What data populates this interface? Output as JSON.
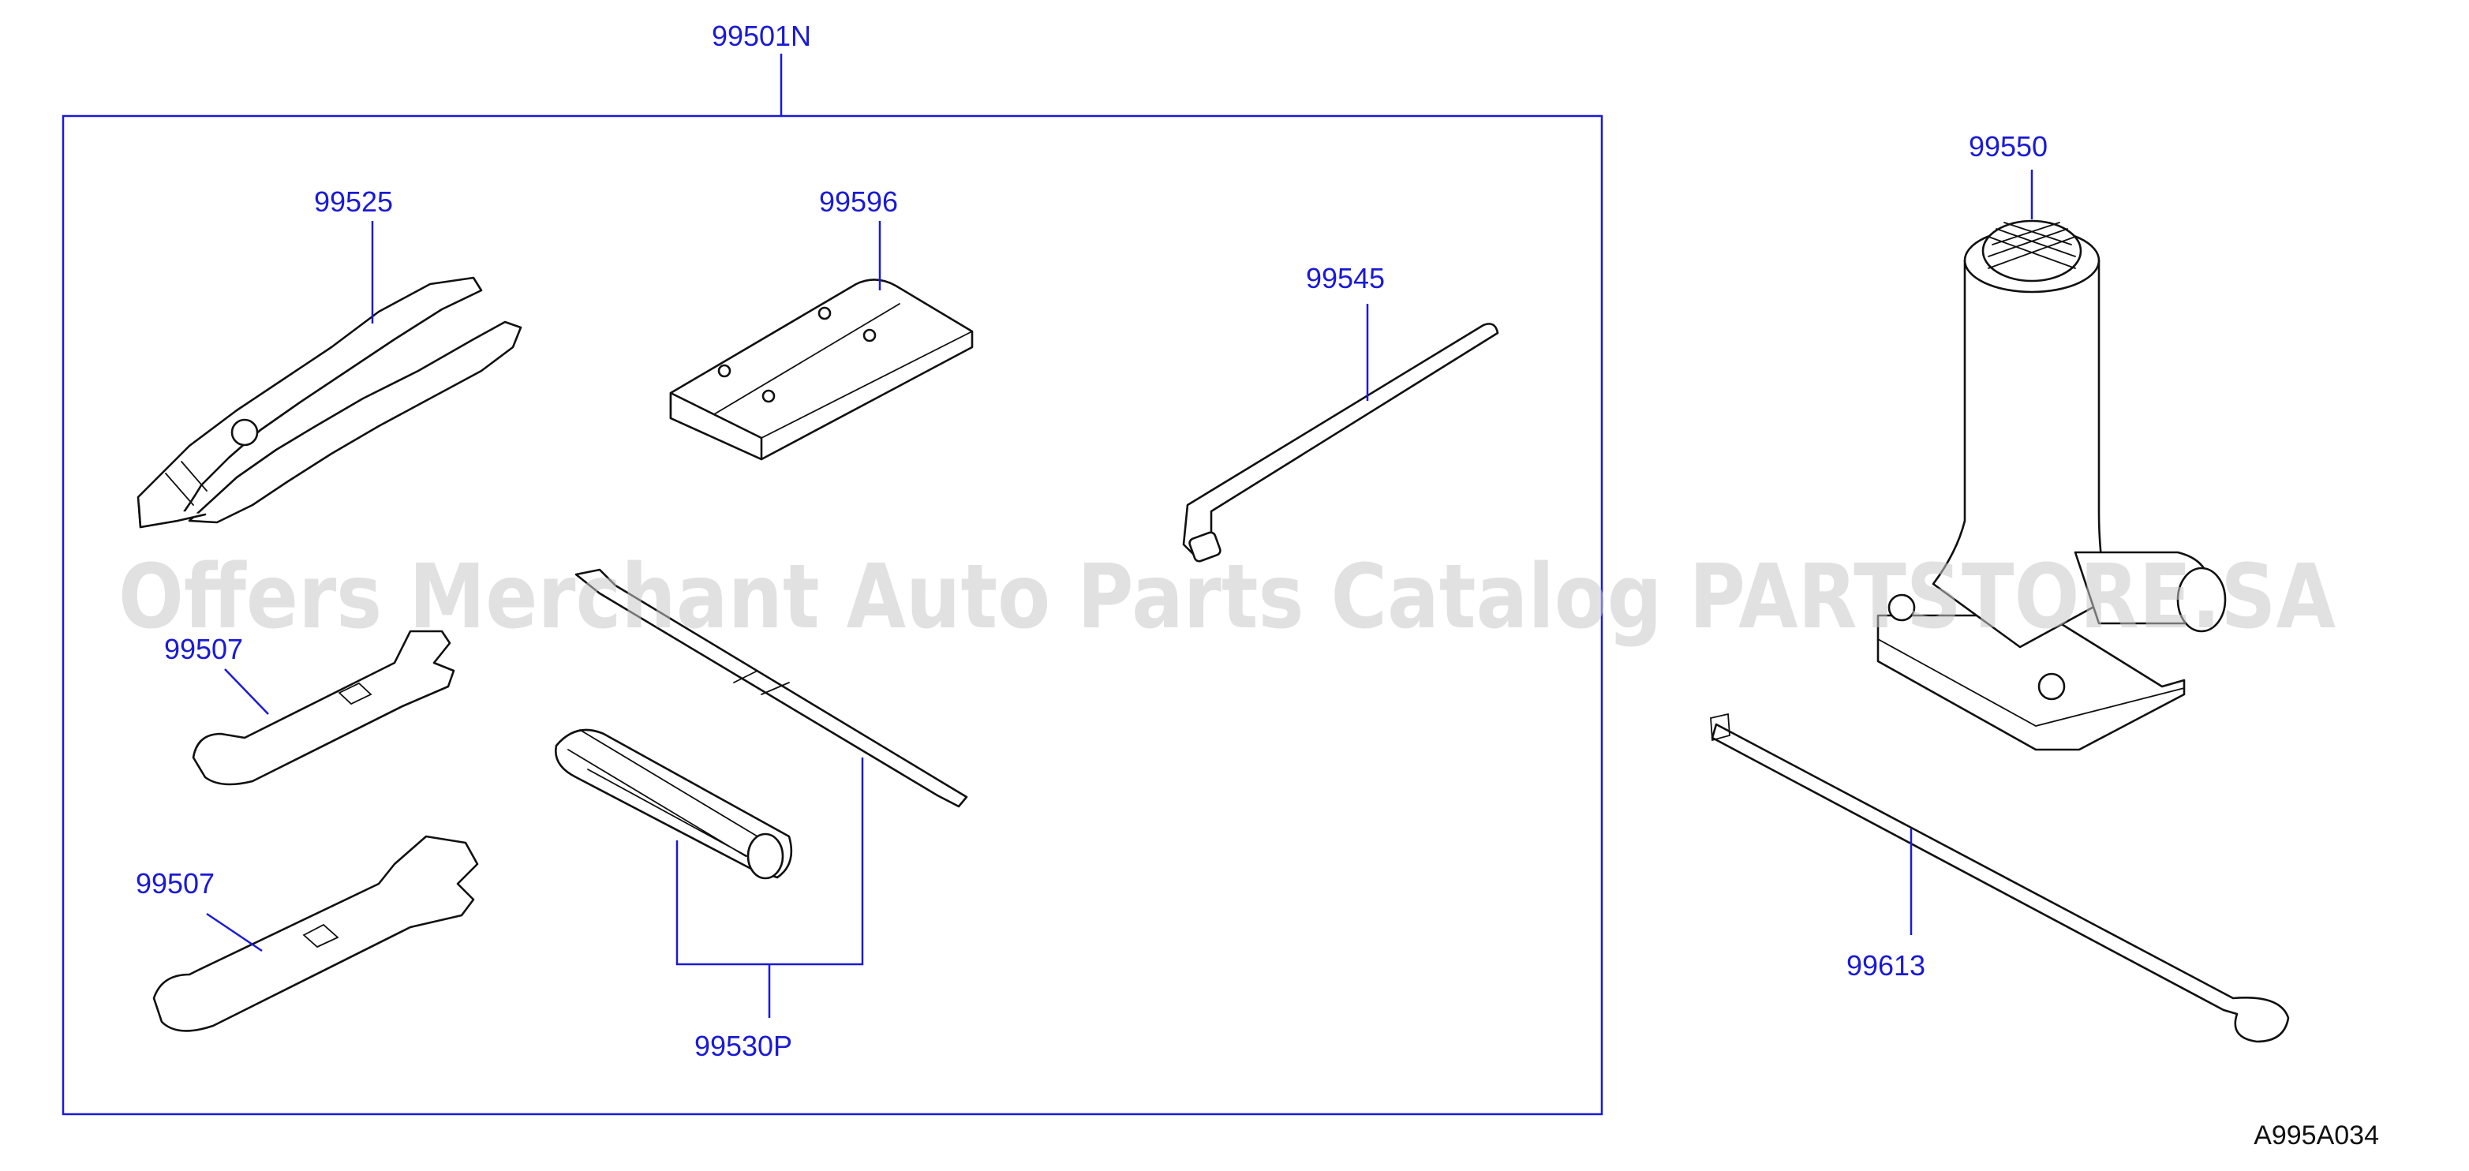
{
  "parts": {
    "kit": "99501N",
    "pliers": "99525",
    "holder": "99596",
    "wheel_wrench": "99545",
    "wrench_a": "99507",
    "wrench_b": "99507",
    "screwdriver_set": "99530P",
    "jack": "99550",
    "jack_handle": "99613"
  },
  "watermark": "Offers Merchant Auto Parts Catalog PARTSTORE.SA",
  "diagram_ref": "A995A034",
  "colors": {
    "callout": "#1a1ad6",
    "outline": "#111111",
    "watermark": "#c8c8c8"
  }
}
